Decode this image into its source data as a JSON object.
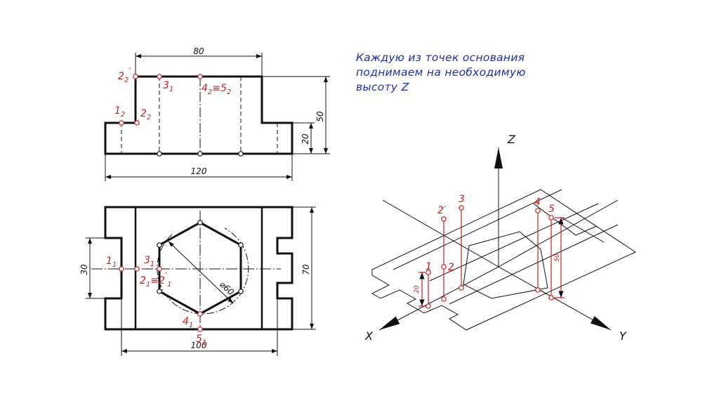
{
  "caption": {
    "line1": "Каждую из точек основания",
    "line2": "поднимаем на необходимую",
    "line3": "высоту Z"
  },
  "front_view": {
    "dim_width": "80",
    "dim_total": "120",
    "dim_height": "50",
    "dim_base": "20",
    "labels": {
      "p2prime": "2",
      "p2prime_sub": "2",
      "p2prime_mark": "′",
      "p3": "3",
      "p3_sub": "1",
      "p45": "4",
      "p45_sub": "2",
      "p45_eq": "≡5",
      "p45_sub2": "2",
      "p1": "1",
      "p1_sub": "2",
      "p2": "2",
      "p2_sub": "2"
    }
  },
  "top_view": {
    "dim_slot": "30",
    "dim_depth": "70",
    "dim_inner": "100",
    "dim_diameter": "⌀60",
    "labels": {
      "p1": "1",
      "p1_sub": "1",
      "p3": "3",
      "p3_sub": "1",
      "p21": "2",
      "p21_sub": "1",
      "p21_eq": "≡2",
      "p21_mark": "′",
      "p21_sub2": "1",
      "p4": "4",
      "p4_sub": "1",
      "p5": "5",
      "p5_sub": "1"
    }
  },
  "iso_view": {
    "axis_z": "Z",
    "axis_x": "X",
    "axis_y": "Y",
    "dim_20": "20",
    "dim_50": "50",
    "labels": {
      "p1": "1",
      "p2": "2",
      "p2prime": "2′",
      "p3": "3",
      "p4": "4",
      "p5": "5"
    }
  },
  "colors": {
    "line": "#111111",
    "points": "#d21a1a",
    "caption": "#1f2fb0"
  }
}
